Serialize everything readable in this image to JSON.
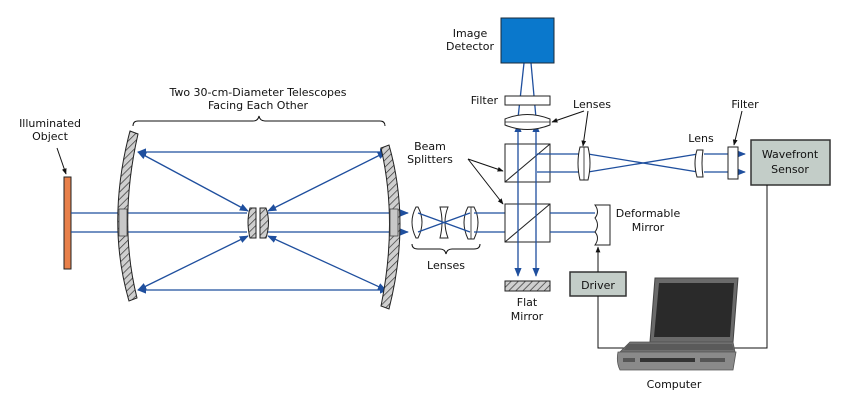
{
  "diagram": {
    "title": "Optical interferometric imaging system with adaptive optics",
    "labels": {
      "illuminated_object": [
        "Illuminated",
        "Object"
      ],
      "telescopes": [
        "Two 30-cm-Diameter Telescopes",
        "Facing Each Other"
      ],
      "image_detector": [
        "Image",
        "Detector"
      ],
      "filter_top": "Filter",
      "lenses_top": "Lenses",
      "beam_splitters": [
        "Beam",
        "Splitters"
      ],
      "lenses_bottom": "Lenses",
      "flat_mirror": [
        "Flat",
        "Mirror"
      ],
      "lens": "Lens",
      "filter_right": "Filter",
      "wavefront_sensor": [
        "Wavefront",
        "Sensor"
      ],
      "deformable_mirror": [
        "Deformable",
        "Mirror"
      ],
      "driver": "Driver",
      "computer": "Computer"
    },
    "colors": {
      "object": "#e8804a",
      "detector": "#0a78cc",
      "ray": "#1f4f9e",
      "box_fill": "#c3cdc8",
      "mirror_gray": "#bfbfbf"
    }
  }
}
